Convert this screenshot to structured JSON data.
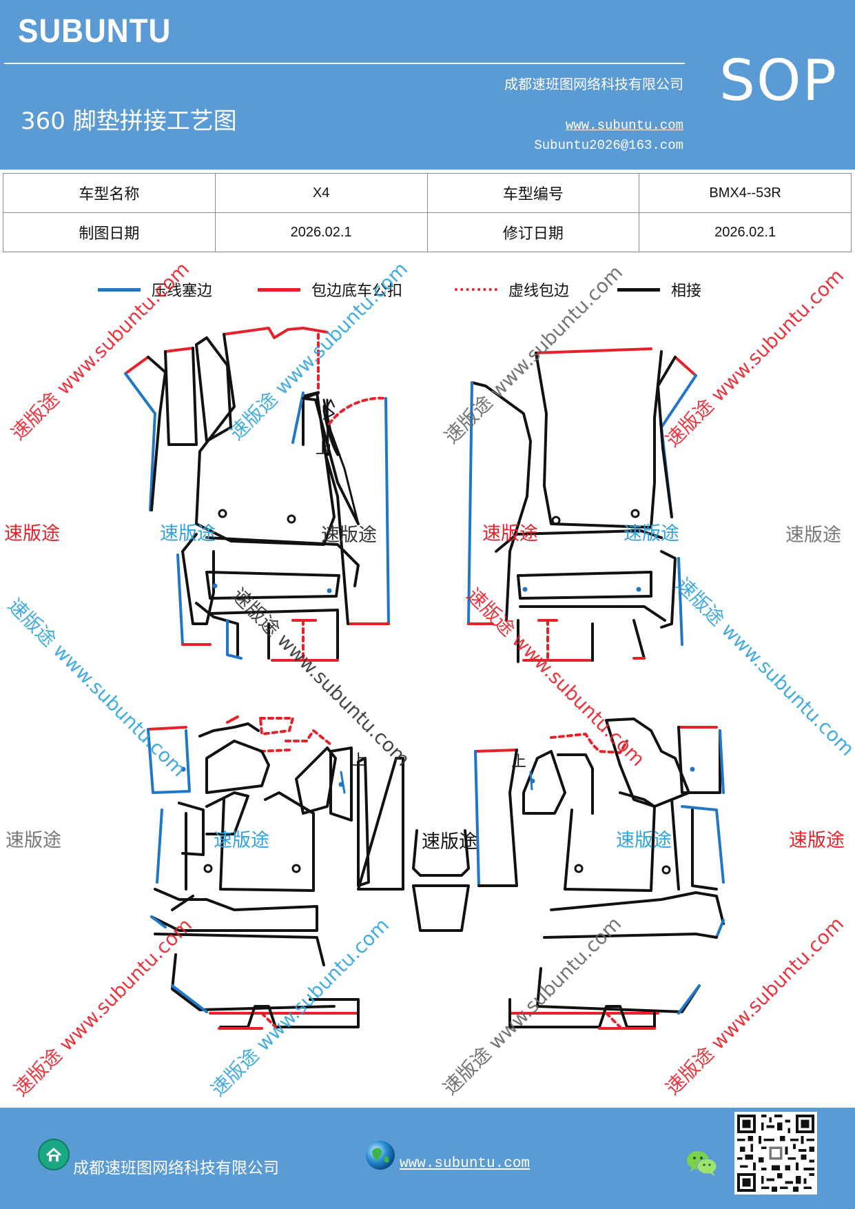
{
  "header": {
    "brand": "SUBUNTU",
    "company": "成都速班图网络科技有限公司",
    "title": "360 脚垫拼接工艺图",
    "website": "www.subuntu.com",
    "email": "Subuntu2026@163.com",
    "badge": "SOP"
  },
  "info_table": {
    "rows": [
      [
        {
          "text": "车型名称",
          "kind": "label"
        },
        {
          "text": "X4",
          "kind": "value"
        },
        {
          "text": "车型编号",
          "kind": "label"
        },
        {
          "text": "BMX4--53R",
          "kind": "value"
        }
      ],
      [
        {
          "text": "制图日期",
          "kind": "label"
        },
        {
          "text": "2026.02.1",
          "kind": "value"
        },
        {
          "text": "修订日期",
          "kind": "label"
        },
        {
          "text": "2026.02.1",
          "kind": "value"
        }
      ]
    ]
  },
  "legend": [
    {
      "label": "压线塞边",
      "color": "#1f77c8",
      "style": "solid"
    },
    {
      "label": "包边底车公扣",
      "color": "#e8202a",
      "style": "solid"
    },
    {
      "label": "虚线包边",
      "color": "#e8202a",
      "style": "dotted"
    },
    {
      "label": "相接",
      "color": "#111111",
      "style": "solid"
    }
  ],
  "diagram": {
    "marker": "上",
    "watermarks": {
      "text": "速版途",
      "diagonal": "速版途 www.subuntu.com"
    }
  },
  "colors": {
    "header_bg": "#5b9bd5",
    "blue_edge": "#1f77c8",
    "red_edge": "#e8202a",
    "black_edge": "#111111",
    "watermark_red": "#e8202a",
    "watermark_blue": "#2ea3e0",
    "watermark_gray": "#777777"
  },
  "footer": {
    "company": "成都速班图网络科技有限公司",
    "website": "www.subuntu.com",
    "icons": [
      "home-badge-icon",
      "globe-icon",
      "wechat-icon",
      "qr-code"
    ]
  }
}
